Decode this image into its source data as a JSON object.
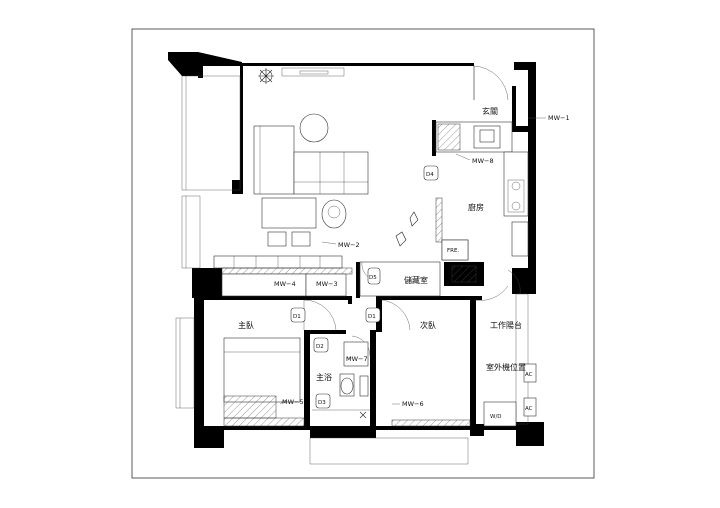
{
  "rooms": {
    "entry": "玄關",
    "kitchen": "廚房",
    "storage": "儲藏室",
    "master_bedroom": "主臥",
    "second_bedroom": "次臥",
    "master_bath": "主浴",
    "work_balcony": "工作陽台",
    "outdoor_unit": "室外機位置"
  },
  "tags": {
    "mw1": "MW−1",
    "mw2": "MW−2",
    "mw3": "MW−3",
    "mw4": "MW−4",
    "mw5": "MW−5",
    "mw6": "MW−6",
    "mw7": "MW−7",
    "mw8": "MW−8"
  },
  "doors": {
    "d1a": "D1",
    "d1b": "D1",
    "d2": "D2",
    "d3": "D3",
    "d4": "D4",
    "d5": "D5"
  },
  "appliances": {
    "fridge": "FRE.",
    "washer": "W/D",
    "ac1": "AC",
    "ac2": "AC"
  }
}
